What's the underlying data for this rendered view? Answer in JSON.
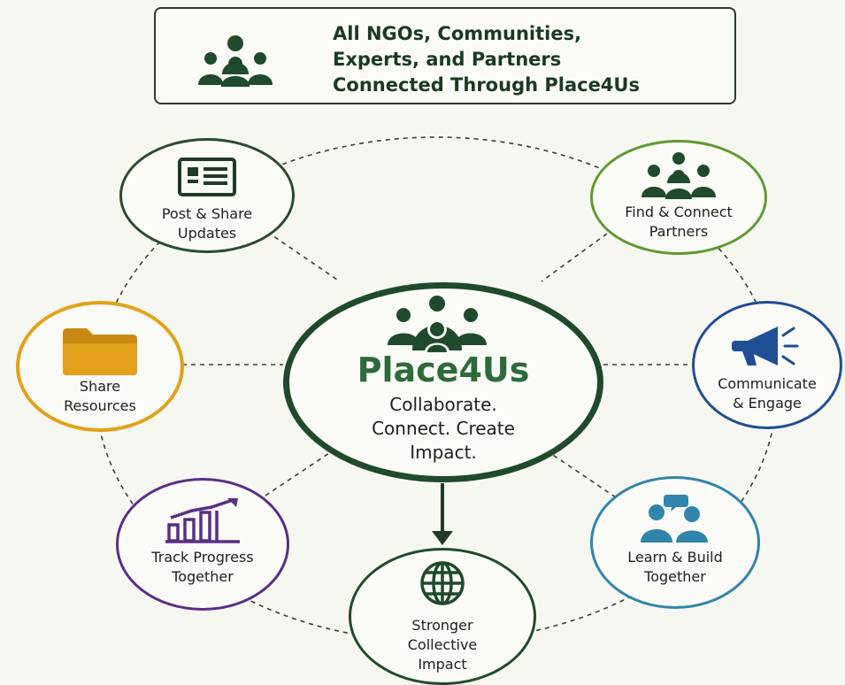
{
  "banner": {
    "title": "All NGOs, Communities,\nExperts, and Partners\nConnected Through Place4Us",
    "icon": "people-group-icon"
  },
  "hub": {
    "title": "Place4Us",
    "tagline": "Collaborate.\nConnect. Create\nImpact.",
    "icon": "people-group-icon",
    "color": "#1f4a2c"
  },
  "nodes": {
    "post_share": {
      "label": "Post & Share\nUpdates",
      "icon": "document-card-icon",
      "color": "#2c4a30"
    },
    "find_connect": {
      "label": "Find & Connect\nPartners",
      "icon": "people-group-icon",
      "color": "#5e9a2e"
    },
    "share_resources": {
      "label": "Share\nResources",
      "icon": "folder-icon",
      "color": "#e2a21a"
    },
    "communicate": {
      "label": "Communicate\n& Engage",
      "icon": "megaphone-icon",
      "color": "#1f4f94"
    },
    "track_progress": {
      "label": "Track Progress\nTogether",
      "icon": "bar-chart-icon",
      "color": "#5a2e86"
    },
    "learn_build": {
      "label": "Learn & Build\nTogether",
      "icon": "people-chat-icon",
      "color": "#2f85ab"
    },
    "impact": {
      "label": "Stronger\nCollective\nImpact",
      "icon": "globe-icon",
      "color": "#1f4a2c"
    }
  }
}
